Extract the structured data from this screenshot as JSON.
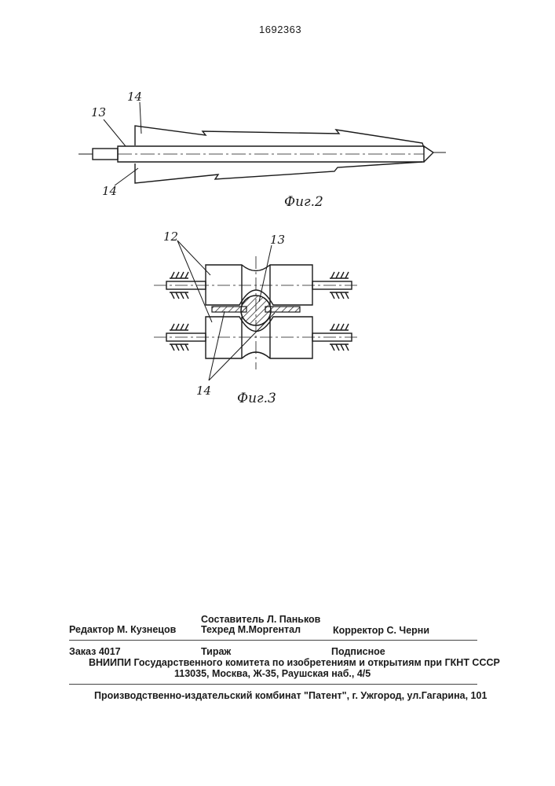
{
  "document": {
    "patent_number": "1692363"
  },
  "figures": {
    "fig2": {
      "caption": "Фиг.2",
      "label_13": "13",
      "label_14_top": "14",
      "label_14_bottom": "14"
    },
    "fig3": {
      "caption": "Фиг.3",
      "label_12": "12",
      "label_13": "13",
      "label_14": "14"
    }
  },
  "colophon": {
    "compiler": "Составитель  Л. Паньков",
    "editor": "Редактор  М. Кузнецов",
    "techred": "Техред М.Моргентал",
    "proofreader": "Корректор  С. Черни",
    "order": "Заказ  4017",
    "circulation": "Тираж",
    "subscription": "Подписное",
    "institute": "ВНИИПИ Государственного комитета по изобретениям и открытиям при ГКНТ СССР",
    "address": "113035, Москва, Ж-35, Раушская наб., 4/5",
    "publisher": "Производственно-издательский комбинат \"Патент\", г. Ужгород, ул.Гагарина, 101"
  }
}
